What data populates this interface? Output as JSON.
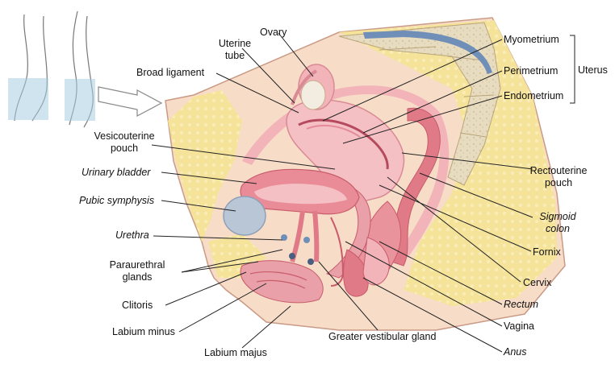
{
  "labels": {
    "ovary": "Ovary",
    "uterine_tube_1": "Uterine",
    "uterine_tube_2": "tube",
    "broad_ligament": "Broad ligament",
    "vesicouterine_1": "Vesicouterine",
    "vesicouterine_2": "pouch",
    "urinary_bladder": "Urinary bladder",
    "pubic_symphysis": "Pubic symphysis",
    "urethra": "Urethra",
    "paraurethral_1": "Paraurethral",
    "paraurethral_2": "glands",
    "clitoris": "Clitoris",
    "labium_minus": "Labium minus",
    "labium_majus": "Labium majus",
    "greater_vestibular": "Greater vestibular gland",
    "myometrium": "Myometrium",
    "perimetrium": "Perimetrium",
    "endometrium": "Endometrium",
    "uterus": "Uterus",
    "rectouterine_1": "Rectouterine",
    "rectouterine_2": "pouch",
    "sigmoid_1": "Sigmoid",
    "sigmoid_2": "colon",
    "fornix": "Fornix",
    "cervix": "Cervix",
    "rectum": "Rectum",
    "vagina": "Vagina",
    "anus": "Anus"
  },
  "colors": {
    "skin": "#f7dcc8",
    "fat": "#f5e39a",
    "tissue_pink": "#f2b4b8",
    "muscle_red": "#e07a86",
    "uterus_pink": "#f4c0c4",
    "bone": "#e8dcc0",
    "bladder_blue": "#b9c6d6",
    "leader": "#222222"
  }
}
